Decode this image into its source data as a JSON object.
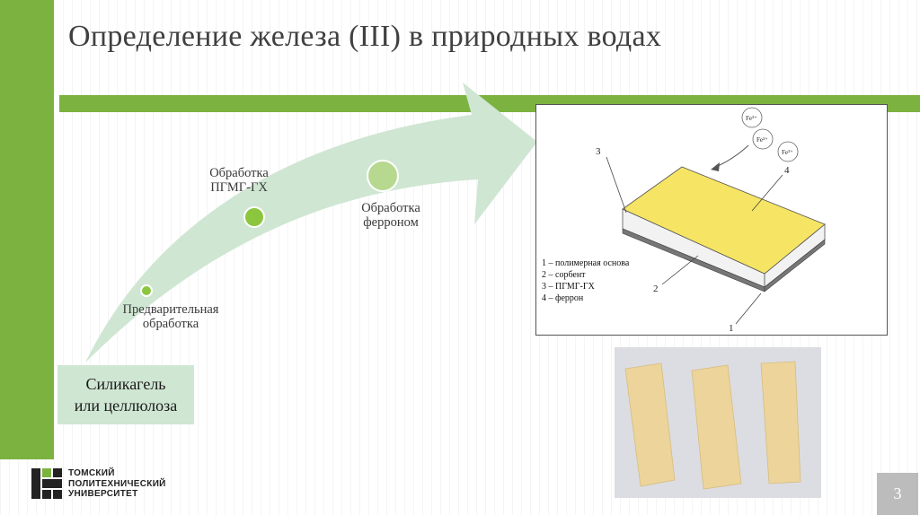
{
  "slide": {
    "title": "Определение железа (III) в природных водах",
    "page_number": "3"
  },
  "process": {
    "start": {
      "line1": "Силикагель",
      "line2": "или целлюлоза"
    },
    "steps": [
      {
        "line1": "Предварительная",
        "line2": "обработка"
      },
      {
        "line1": "Обработка",
        "line2": "ПГМГ-ГХ"
      },
      {
        "line1": "Обработка",
        "line2": "ферроном"
      }
    ]
  },
  "diagram": {
    "ions": [
      "Fe³⁺",
      "Fe³⁺",
      "Fe³⁺"
    ],
    "callouts": [
      "3",
      "4",
      "2",
      "1"
    ],
    "legend": [
      "1 – полимерная основа",
      "2 – сорбент",
      "3 – ПГМГ-ГХ",
      "4 – феррон"
    ]
  },
  "logo": {
    "line1": "ТОМСКИЙ",
    "line2": "ПОЛИТЕХНИЧЕСКИЙ",
    "line3": "УНИВЕРСИТЕТ"
  },
  "colors": {
    "accent_green": "#7cb340",
    "arrow_fill": "#cfe6d3",
    "strip_yellow": "#f6e464",
    "photo_strip": "#ecd49a"
  }
}
